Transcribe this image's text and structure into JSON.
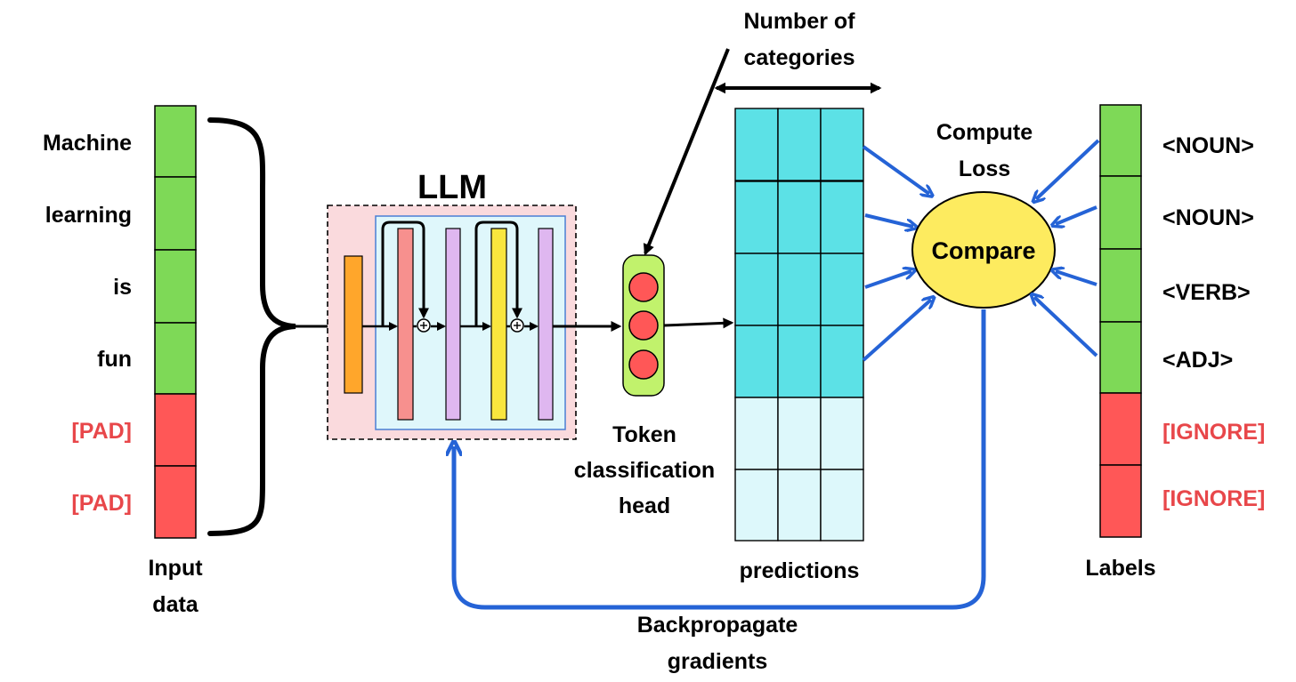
{
  "llm_title": "LLM",
  "input": {
    "tokens": [
      "Machine",
      "learning",
      "is",
      "fun",
      "[PAD]",
      "[PAD]"
    ],
    "caption_line1": "Input",
    "caption_line2": "data"
  },
  "head": {
    "line1": "Token",
    "line2": "classification",
    "line3": "head"
  },
  "categories": {
    "line1": "Number of",
    "line2": "categories"
  },
  "predictions_label": "predictions",
  "loss": {
    "line1": "Compute",
    "line2": "Loss",
    "compare": "Compare"
  },
  "labels": {
    "items": [
      "<NOUN>",
      "<NOUN>",
      "<VERB>",
      "<ADJ>",
      "[IGNORE]",
      "[IGNORE]"
    ],
    "caption": "Labels"
  },
  "backprop": {
    "line1": "Backpropagate",
    "line2": "gradients"
  },
  "colors": {
    "real_token": "#7ed957",
    "pad_token": "#ff5757",
    "pad_text": "#e8474a",
    "prediction_active": "#5ce1e6",
    "prediction_ignored": "#ddf8fb",
    "llm_outer": "#fadadd",
    "llm_inner": "#dff7fb",
    "compare_fill": "#fdeb5f",
    "backprop_arrow": "#2563d6",
    "orange_layer": "#ffa62b",
    "salmon_layer": "#f7908e",
    "lavender_layer": "#dfb7f0",
    "yellow_layer": "#f9e63e",
    "head_fill": "#c1f26c",
    "head_circle": "#ff5757"
  }
}
